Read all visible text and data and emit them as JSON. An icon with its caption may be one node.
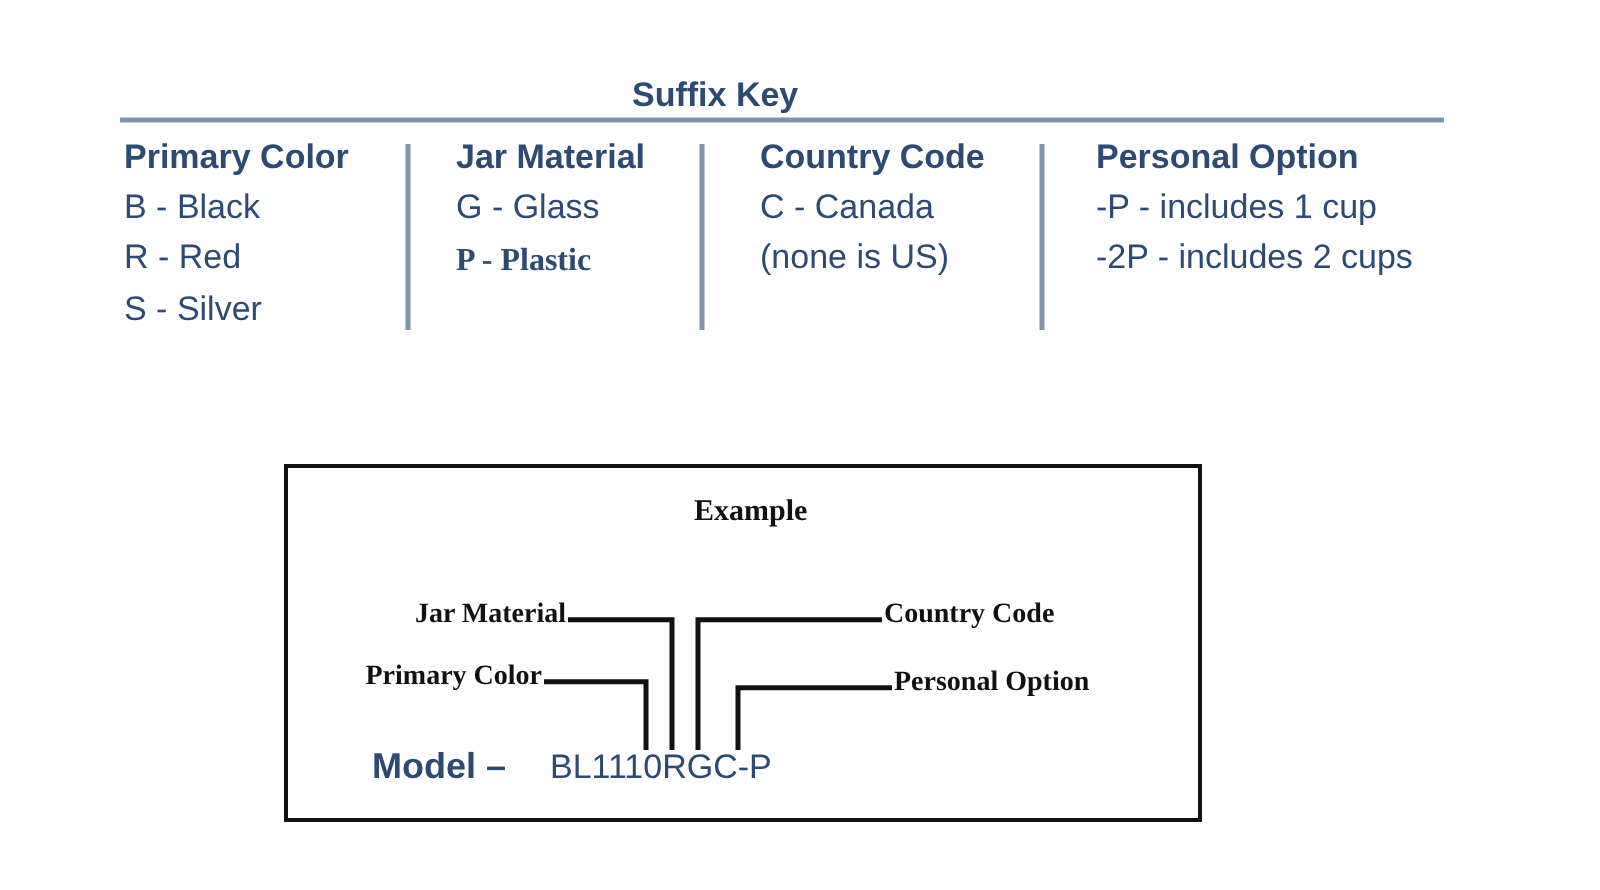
{
  "diagram": {
    "title": "Suffix Key",
    "nodes": [
      {
        "text": [
          "Example"
        ]
      },
      {
        "text": [
          "Jar Material"
        ],
        "in": 0
      },
      {
        "text": [
          "Country Code"
        ],
        "in": 0
      },
      {
        "text": [
          "Primary Color"
        ],
        "in": 0
      },
      {
        "text": [
          "Personal Option"
        ],
        "in": 0
      },
      {
        "text": [
          "BL1110RGC-P"
        ],
        "in": 0
      }
    ],
    "edges": [
      {
        "from": 1,
        "to": 5,
        "arrow": "none"
      },
      {
        "from": 2,
        "to": 5,
        "arrow": "none"
      },
      {
        "from": 3,
        "to": 5,
        "arrow": "none"
      },
      {
        "from": 4,
        "to": 5,
        "arrow": "none"
      }
    ],
    "labels": [
      "Primary Color",
      "Jar Material",
      "Country Code",
      "Personal Option",
      "B - Black",
      "G - Glass",
      "C - Canada",
      "-P - includes 1 cup",
      "R - Red",
      "P - Plastic",
      "(none is US)",
      "-2P - includes 2 cups",
      "S - Silver",
      "Model –"
    ]
  }
}
